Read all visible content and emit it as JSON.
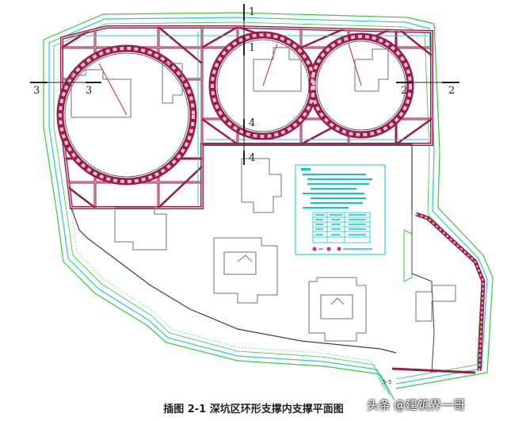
{
  "caption": "插图  2-1 深坑区环形支撑内支撑平面图",
  "watermark": {
    "prefix": "头条",
    "handle": "@建筑界一哥"
  },
  "sections": {
    "s1_top": "1",
    "s1_mid": "1",
    "s2_left": "2",
    "s2_right": "2",
    "s3_left": "3",
    "s3_right": "3",
    "s4_top": "4",
    "s4_bottom": "4"
  },
  "corner_note": "5-5",
  "colors": {
    "strut": "#9b1b4a",
    "strut_inner": "#e8c0d0",
    "wall_green": "#33cc33",
    "wall_cyan": "#22cccc",
    "line_dark": "#404040",
    "building": "#707070",
    "legend": "#00cccc"
  }
}
